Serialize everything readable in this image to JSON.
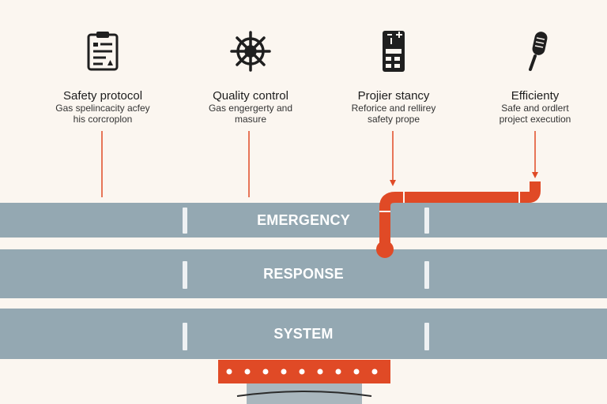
{
  "columns": [
    {
      "title": "Safety protocol",
      "desc_lines": [
        "Gas spelincacity acfey",
        "his corcroplon"
      ],
      "icon": "clipboard-icon"
    },
    {
      "title": "Quality control",
      "desc_lines": [
        "Gas engergerty and",
        "masure"
      ],
      "icon": "ship-wheel-icon"
    },
    {
      "title": "Projier stancy",
      "desc_lines": [
        "Reforice and rellirey",
        "safety prope"
      ],
      "icon": "control-panel-icon"
    },
    {
      "title": "Efficienty",
      "desc_lines": [
        "Safe and ordlert",
        "project execution"
      ],
      "icon": "microphone-icon"
    }
  ],
  "bands": [
    {
      "label": "EMERGENCY"
    },
    {
      "label": "RESPONSE"
    },
    {
      "label": "SYSTEM"
    }
  ],
  "colors": {
    "background": "#fbf6f0",
    "band": "#94a8b2",
    "accent": "#e04a26",
    "ink": "#1f1f1f"
  }
}
